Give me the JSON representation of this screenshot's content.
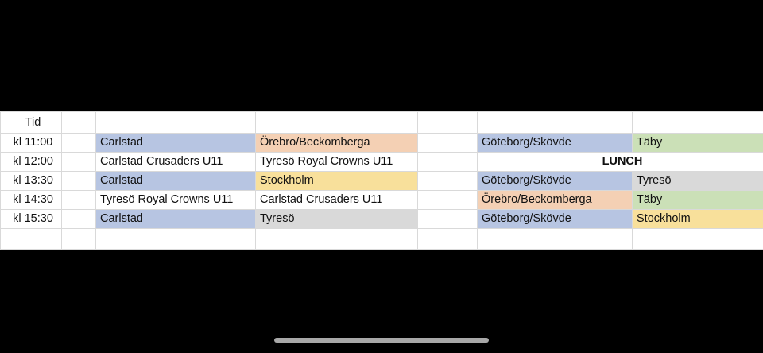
{
  "page": {
    "background_color": "#000000",
    "sheet_background": "#ffffff",
    "gridline_color": "#d9d9d9"
  },
  "palette": {
    "blue": "#b7c5e2",
    "orange": "#f4d0b4",
    "green": "#cbe0b7",
    "yellow": "#f8e09b",
    "gray": "#d9d9d9",
    "white": "#ffffff"
  },
  "schedule": {
    "header": {
      "time_label": "Tid",
      "col_b": "",
      "col_c": "",
      "col_d": "",
      "col_e": "",
      "col_f": "",
      "col_g": ""
    },
    "rows": [
      {
        "time": "kl 11:00",
        "gap1": "",
        "home1": "Carlstad",
        "away1": "Örebro/Beckomberga",
        "gap2": "",
        "home2": "Göteborg/Skövde",
        "away2": "Täby"
      },
      {
        "time": "kl 12:00",
        "gap1": "",
        "home1": "Carlstad Crusaders U11",
        "away1": "Tyresö Royal Crowns U11",
        "gap2": "",
        "lunch": "LUNCH"
      },
      {
        "time": "kl 13:30",
        "gap1": "",
        "home1": "Carlstad",
        "away1": "Stockholm",
        "gap2": "",
        "home2": "Göteborg/Skövde",
        "away2": "Tyresö"
      },
      {
        "time": "kl 14:30",
        "gap1": "",
        "home1": "Tyresö Royal Crowns U11",
        "away1": "Carlstad Crusaders U11",
        "gap2": "",
        "home2": "Örebro/Beckomberga",
        "away2": "Täby"
      },
      {
        "time": "kl 15:30",
        "gap1": "",
        "home1": "Carlstad",
        "away1": "Tyresö",
        "gap2": "",
        "home2": "Göteborg/Skövde",
        "away2": "Stockholm"
      }
    ],
    "tail_row": {
      "time": "",
      "gap1": "",
      "home1": "",
      "away1": "",
      "gap2": "",
      "home2": "",
      "away2": ""
    }
  }
}
